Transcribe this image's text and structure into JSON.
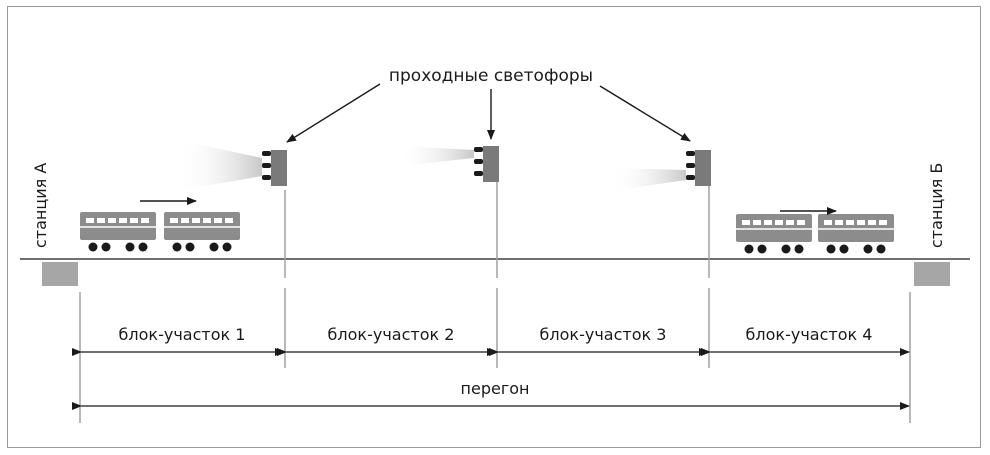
{
  "diagram": {
    "signals_label": "проходные светофоры",
    "station_a": "станция А",
    "station_b": "станция Б",
    "blocks": [
      "блок-участок 1",
      "блок-участок 2",
      "блок-участок 3",
      "блок-участок 4"
    ],
    "haul": "перегон"
  },
  "colors": {
    "line": "#1a1a1a",
    "guide": "#a0a0a0",
    "station": "#a6a6a6",
    "train_body": "#8c8c8c",
    "signal_body": "#7a7a7a"
  }
}
